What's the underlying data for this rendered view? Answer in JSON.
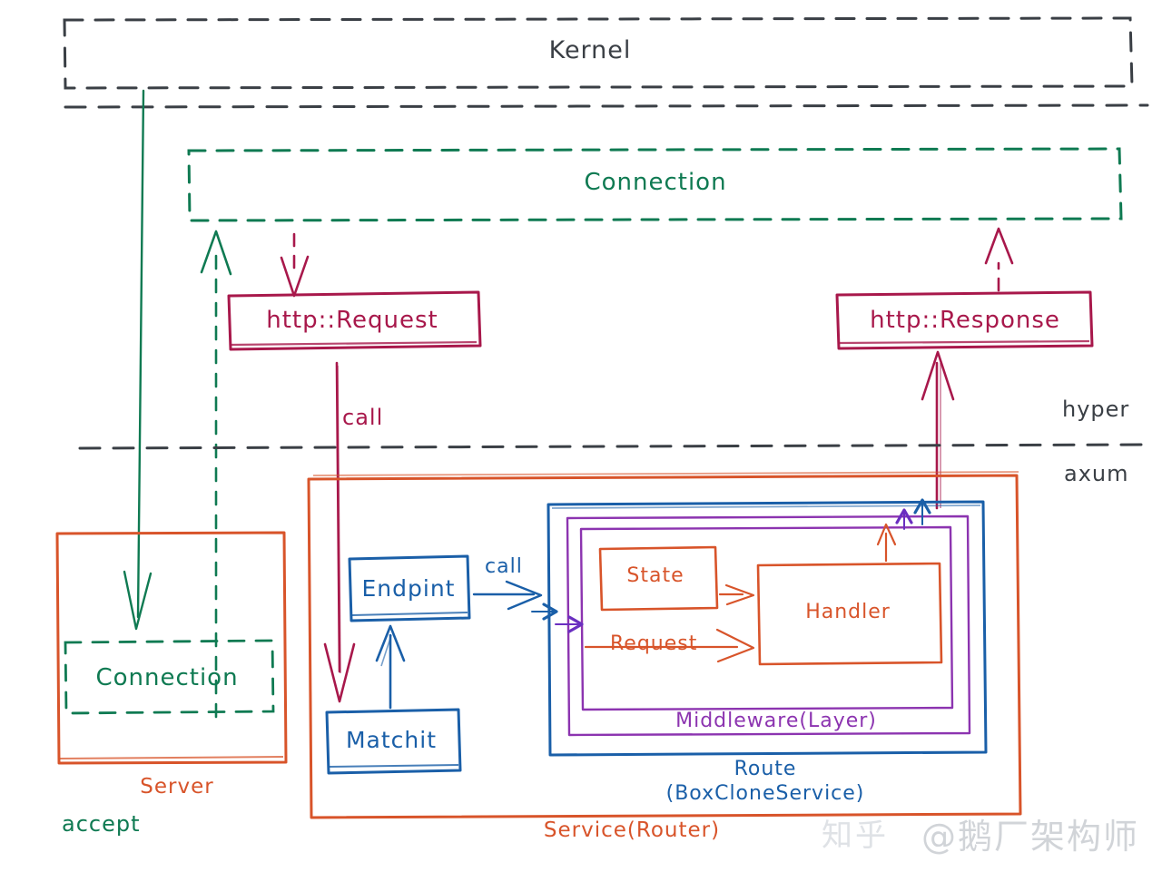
{
  "diagram": {
    "title": "axum / hyper request handling architecture",
    "colors": {
      "kernel": "#3a3f45",
      "connection_green": "#0f7a52",
      "http_crimson": "#a8184b",
      "axum_orange": "#d8542a",
      "route_blue": "#1a5fa8",
      "middleware_purple": "#8c34b0",
      "background": "#ffffff",
      "watermark": "#c9cdd2"
    },
    "layers": [
      {
        "id": "kernel",
        "label": "Kernel"
      },
      {
        "id": "hyper",
        "label": "hyper"
      },
      {
        "id": "axum",
        "label": "axum"
      }
    ],
    "boxes": {
      "kernel": {
        "label": "Kernel",
        "style": "dashed",
        "color": "#3a3f45"
      },
      "connection_top": {
        "label": "Connection",
        "style": "dashed",
        "color": "#0f7a52"
      },
      "http_request": {
        "label": "http::Request",
        "style": "solid",
        "color": "#a8184b"
      },
      "http_response": {
        "label": "http::Response",
        "style": "solid",
        "color": "#a8184b"
      },
      "server": {
        "label": "Server",
        "style": "solid",
        "color": "#d8542a"
      },
      "connection_inner": {
        "label": "Connection",
        "style": "dashed",
        "color": "#0f7a52"
      },
      "service_router": {
        "label": "Service(Router)",
        "style": "solid",
        "color": "#d8542a"
      },
      "endpint": {
        "label": "Endpint",
        "style": "solid",
        "color": "#1a5fa8"
      },
      "matchit": {
        "label": "Matchit",
        "style": "solid",
        "color": "#1a5fa8"
      },
      "route": {
        "label": "Route\n(BoxCloneService)",
        "label_line1": "Route",
        "label_line2": "(BoxCloneService)",
        "style": "solid",
        "color": "#1a5fa8"
      },
      "middleware": {
        "label": "Middleware(Layer)",
        "style": "solid",
        "color": "#8c34b0"
      },
      "state": {
        "label": "State",
        "style": "solid",
        "color": "#d8542a"
      },
      "handler": {
        "label": "Handler",
        "style": "solid",
        "color": "#d8542a"
      }
    },
    "edge_labels": {
      "accept": "accept",
      "call_request": "call",
      "call_endpoint": "call",
      "request_arrow": "Request"
    },
    "layer_labels": {
      "hyper": "hyper",
      "axum": "axum"
    },
    "watermark": {
      "handle": "@鹅厂架构师",
      "site": "知乎"
    }
  }
}
